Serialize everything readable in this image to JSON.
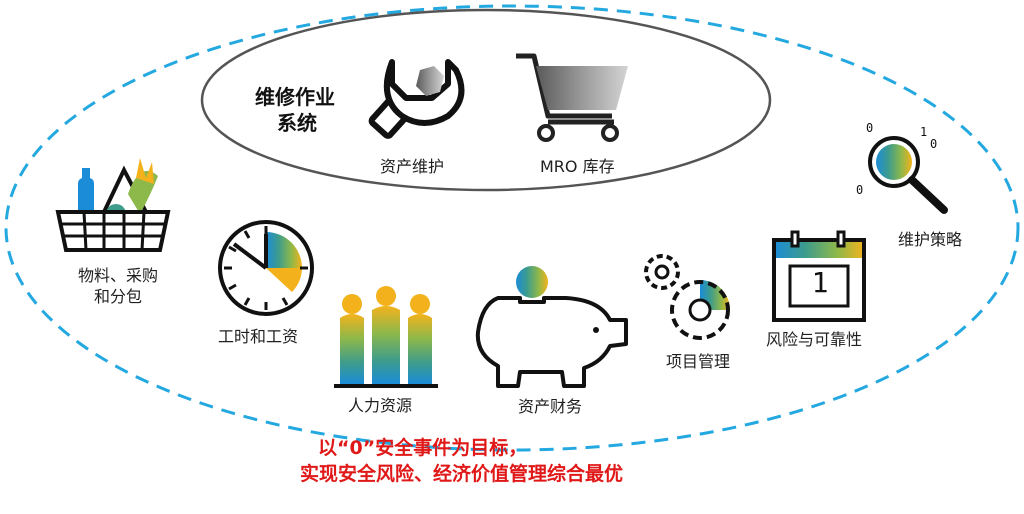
{
  "system": {
    "line1": "维修作业",
    "line2": "系统"
  },
  "modules": {
    "asset_maintenance": "资产维护",
    "mro_inventory": "MRO 库存",
    "materials_line1": "物料、采购",
    "materials_line2": "和分包",
    "labor_time": "工时和工资",
    "human_resources": "人力资源",
    "asset_finance": "资产财务",
    "project_management": "项目管理",
    "risk_reliability": "风险与可靠性",
    "maintenance_strategy": "维护策略"
  },
  "goal": {
    "line1": "以“0”安全事件为目标，",
    "line2": "实现安全风险、经济价值管理综合最优"
  },
  "calendar_digit": "1",
  "colors": {
    "blue": "#1a8cd8",
    "teal": "#3e9c8c",
    "green": "#8db84a",
    "yellow": "#f3b21c",
    "dashed_ellipse": "#23a8e0",
    "goal_text": "#e01818"
  }
}
